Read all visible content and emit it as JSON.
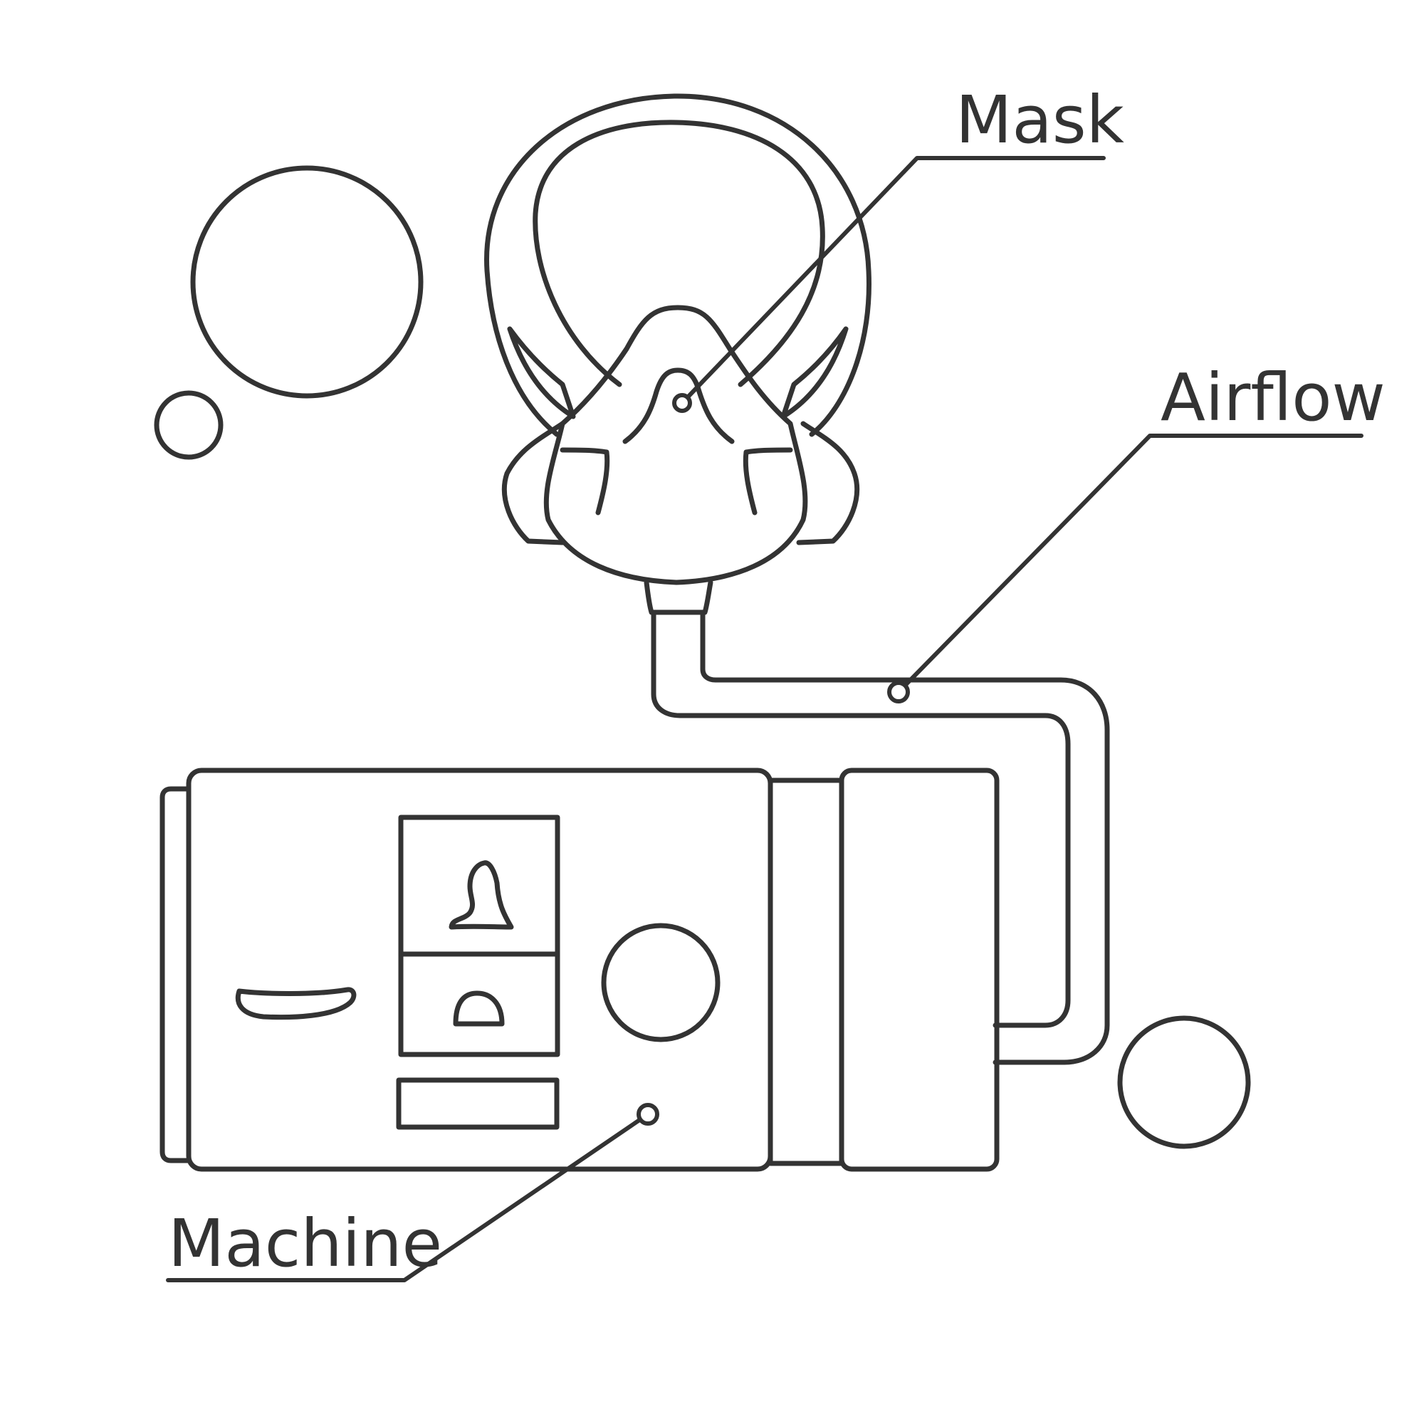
{
  "diagram": {
    "labels": {
      "mask": "Mask",
      "airflow": "Airflow",
      "machine": "Machine"
    },
    "colors": {
      "stroke": "#333333",
      "background": "#ffffff"
    }
  }
}
